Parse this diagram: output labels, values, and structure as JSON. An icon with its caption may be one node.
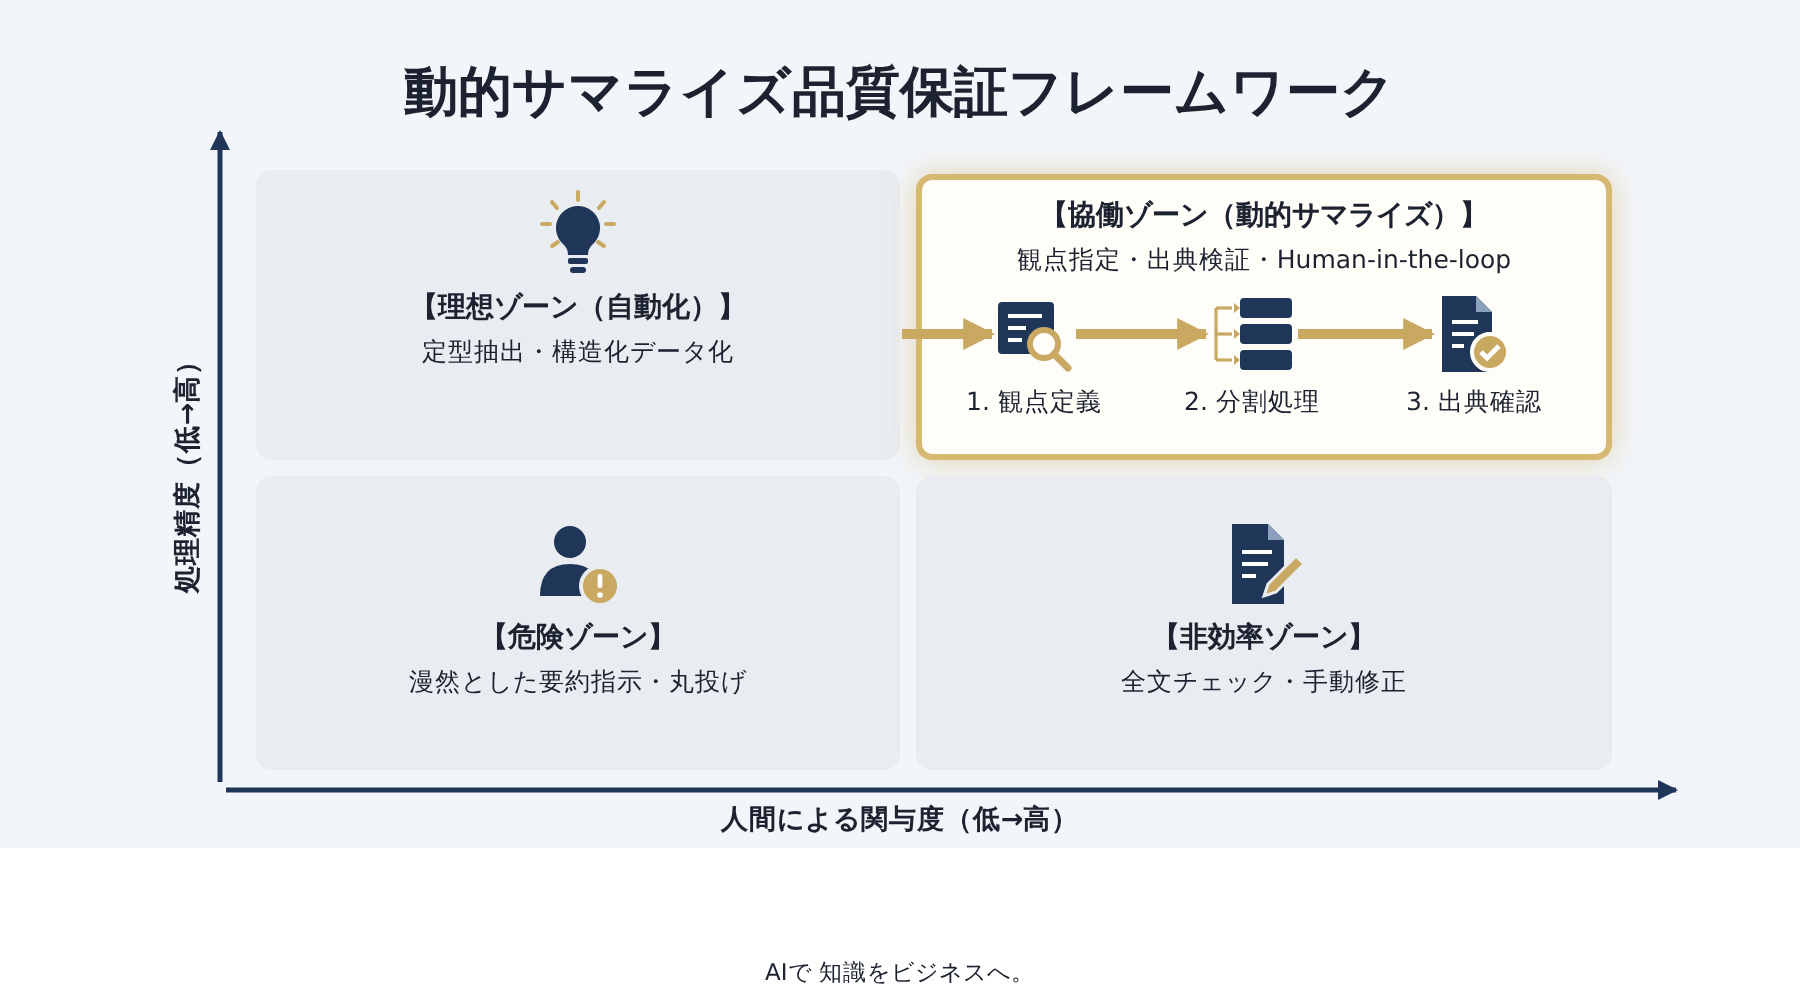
{
  "diagram": {
    "title": "動的サマライズ品質保証フレームワーク",
    "nodes": [
      {
        "text": [
          "【理想ゾーン（自動化）】",
          "定型抽出・構造化データ化"
        ]
      },
      {
        "text": [
          "【協働ゾーン（動的サマライズ）】",
          "観点指定・出典検証・Human-in-the-loop"
        ]
      },
      {
        "text": [
          "1. 観点定義"
        ],
        "in": 1
      },
      {
        "text": [
          "2. 分割処理"
        ],
        "in": 1
      },
      {
        "text": [
          "3. 出典確認"
        ],
        "in": 1
      },
      {
        "text": [
          "【危険ゾーン】",
          "漫然とした要約指示・丸投げ"
        ]
      },
      {
        "text": [
          "【非効率ゾーン】",
          "全文チェック・手動修正"
        ]
      }
    ],
    "edges": [
      {
        "from": 0,
        "to": 2,
        "arrow": "to"
      },
      {
        "from": 2,
        "to": 3,
        "arrow": "to"
      },
      {
        "from": 3,
        "to": 4,
        "arrow": "to"
      }
    ],
    "labels": [
      "処理精度（低→高）",
      "人間による関与度（低→高）",
      "AIで 知識をビジネスへ。"
    ]
  }
}
